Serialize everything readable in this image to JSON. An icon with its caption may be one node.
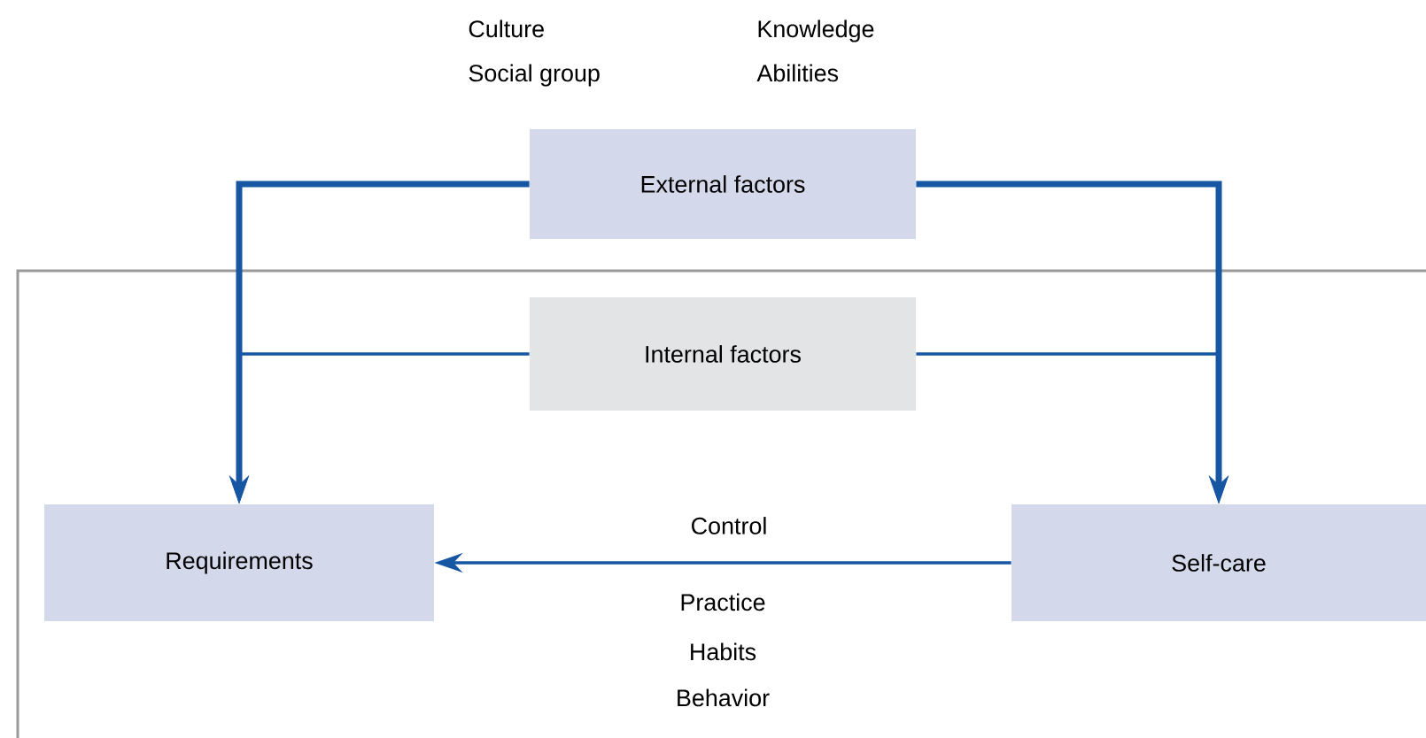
{
  "diagram": {
    "nodes": [
      {
        "text": [
          "External factors"
        ]
      },
      {
        "text": [],
        "shape": "box"
      },
      {
        "text": [
          "Internal factors"
        ],
        "in": 1
      },
      {
        "text": [
          "Requirements"
        ],
        "in": 1
      },
      {
        "text": [
          "Self-care"
        ],
        "in": 1
      }
    ],
    "edges": [
      {
        "from": 0,
        "to": 3,
        "arrow": "to",
        "style": "thick"
      },
      {
        "from": 0,
        "to": 4,
        "arrow": "to",
        "style": "thick"
      },
      {
        "from": 2,
        "to": 3,
        "arrow": "to"
      },
      {
        "from": 2,
        "to": 4,
        "arrow": "to"
      },
      {
        "from": 4,
        "to": 3,
        "arrow": "to",
        "label": "Control"
      }
    ],
    "labels": [
      "Culture",
      "Social group",
      "Knowledge",
      "Abilities",
      "Practice",
      "Habits",
      "Behavior"
    ]
  }
}
